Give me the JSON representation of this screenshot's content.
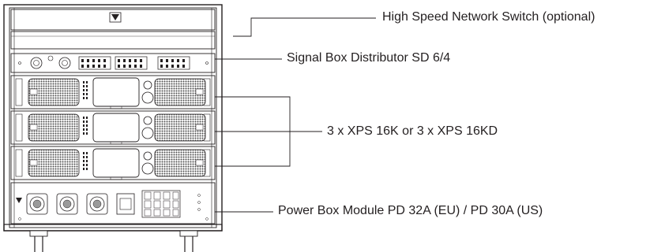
{
  "callouts": {
    "network_switch": "High Speed Network Switch (optional)",
    "signal_distributor": "Signal Box Distributor SD 6/4",
    "amplifiers": "3 x XPS 16K or 3 x XPS 16KD",
    "power_box": "Power Box Module PD 32A (EU) / PD 30A (US)"
  },
  "colors": {
    "line": "#231f20",
    "mesh": "#5a5a5a"
  }
}
